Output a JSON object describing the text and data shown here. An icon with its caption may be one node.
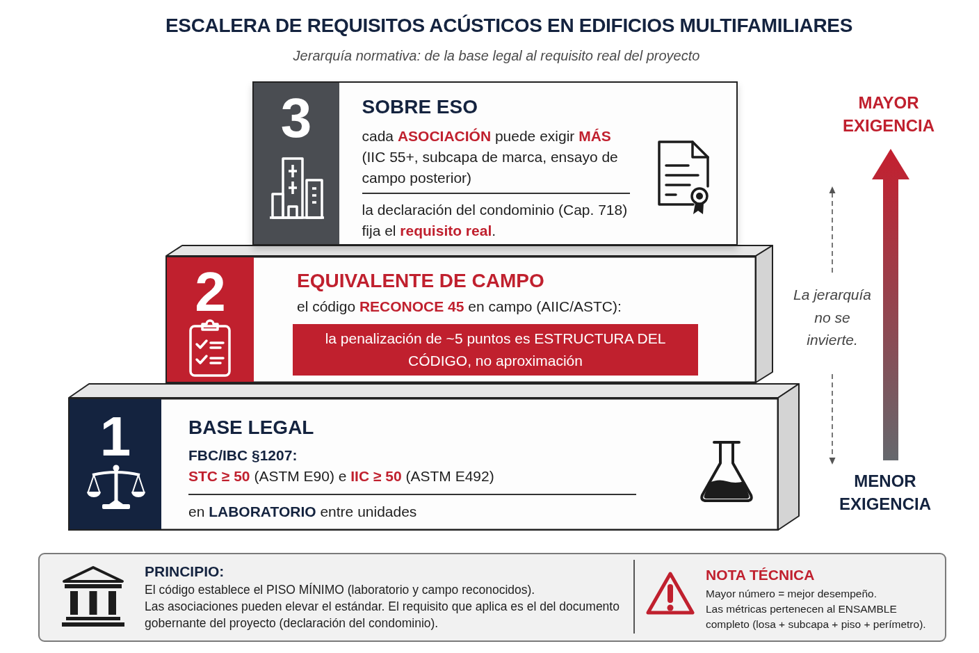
{
  "diagram": {
    "title": "ESCALERA DE REQUISITOS ACÚSTICOS EN EDIFICIOS MULTIFAMILIARES",
    "nodes": [
      {
        "text": [
          "SOBRE ESO",
          "cada **ASOCIACIÓN** puede exigir **MÁS** (IIC 55+, subcapa de marca, ensayo de campo posterior)",
          "la declaración del condominio (Cap. 718) fija el **requisito real**."
        ]
      },
      {
        "text": [
          "3"
        ],
        "in": 0
      },
      {
        "text": [
          "EQUIVALENTE DE CAMPO",
          "el código **RECONOCE 45** en campo (AIIC/ASTC):"
        ]
      },
      {
        "text": [
          "2"
        ],
        "in": 2
      },
      {
        "text": [
          "la penalización de ~5 puntos es ESTRUCTURA DEL CÓDIGO, no aproximación"
        ],
        "in": 2
      },
      {
        "text": [
          "BASE LEGAL",
          "FBC/IBC §1207:",
          "**STC ≥ 50** (ASTM E90) e **IIC ≥ 50** (ASTM E492)",
          "en **LABORATORIO** entre unidades"
        ]
      },
      {
        "text": [
          "1"
        ],
        "in": 5
      },
      {
        "text": [
          "PRINCIPIO:",
          "El código establece el PISO MÍNIMO (laboratorio y campo reconocidos).",
          "Las asociaciones pueden elevar el estándar. El requisito que aplica es el del documento gobernante del proyecto (declaración del condominio).",
          "NOTA TÉCNICA",
          "Mayor número = mejor desempeño.",
          "Las métricas pertenecen al ENSAMBLE completo (losa + subcapa + piso + perímetro)."
        ]
      }
    ],
    "labels": [
      "Jerarquía normativa: de la base legal al requisito real del proyecto",
      "MAYOR EXIGENCIA",
      "La jerarquía no se invierte.",
      "MENOR EXIGENCIA"
    ]
  }
}
